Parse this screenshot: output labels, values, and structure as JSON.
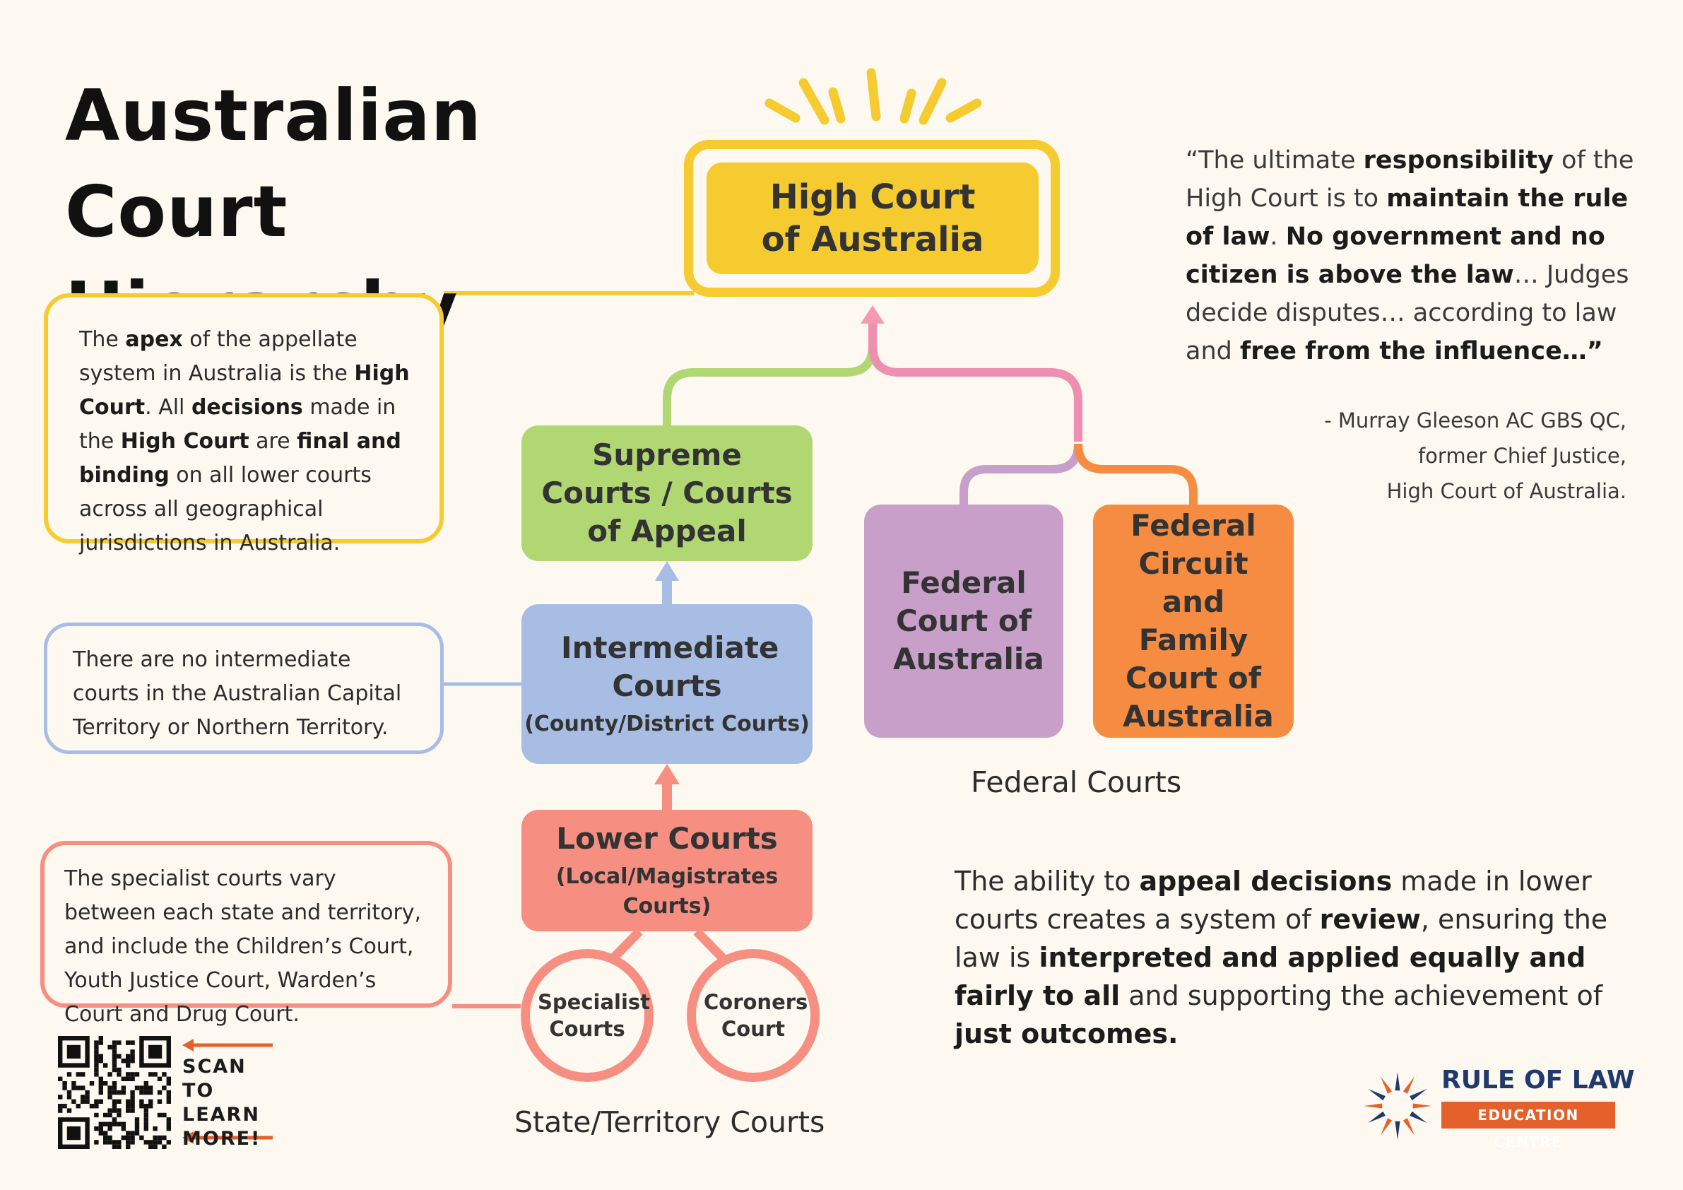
{
  "title": {
    "line1": "Australian Court",
    "line2": "Hierarchy"
  },
  "courts": {
    "high_court": "High Court of Australia",
    "supreme": "Supreme Courts / Courts of Appeal",
    "intermediate": {
      "name": "Intermediate Courts",
      "sub": "(County/District Courts)"
    },
    "lower": {
      "name": "Lower Courts",
      "sub": "(Local/Magistrates Courts)"
    },
    "federal_court": "Federal Court of Australia",
    "federal_circuit": "Federal Circuit and Family Court of Australia",
    "specialist": "Specialist Courts",
    "coroners": "Coroners Court"
  },
  "groups": {
    "federal": "Federal Courts",
    "state": "State/Territory Courts"
  },
  "notes": {
    "apex": [
      {
        "t": "The "
      },
      {
        "t": "apex",
        "b": true
      },
      {
        "t": " of the appellate system in Australia is the "
      },
      {
        "t": "High Court",
        "b": true
      },
      {
        "t": ". All "
      },
      {
        "t": "decisions",
        "b": true
      },
      {
        "t": " made in the "
      },
      {
        "t": "High Court",
        "b": true
      },
      {
        "t": " are "
      },
      {
        "t": "final and binding",
        "b": true
      },
      {
        "t": " on all lower courts across all geographical jurisdictions in Australia."
      }
    ],
    "intermediate": "There are no intermediate courts in the Australian Capital Territory or Northern Territory.",
    "specialist": "The specialist courts vary between each state and territory, and include the Children’s Court, Youth Justice Court, Warden’s Court and Drug Court."
  },
  "quote": [
    {
      "t": "“The ultimate "
    },
    {
      "t": "responsibility",
      "b": true
    },
    {
      "t": " of the High Court is to "
    },
    {
      "t": "maintain the rule of law",
      "b": true
    },
    {
      "t": ". "
    },
    {
      "t": "No government and no citizen is above the law",
      "b": true
    },
    {
      "t": "… Judges decide disputes… according to law and "
    },
    {
      "t": "free from the influence…”",
      "b": true
    }
  ],
  "attribution": {
    "line1": "- Murray Gleeson AC GBS QC,",
    "line2": "former Chief Justice,",
    "line3": "High Court of Australia."
  },
  "appeal": [
    {
      "t": "The ability to "
    },
    {
      "t": "appeal decisions",
      "b": true
    },
    {
      "t": " made in lower courts creates a system of "
    },
    {
      "t": "review",
      "b": true
    },
    {
      "t": ", ensuring the law is "
    },
    {
      "t": "interpreted and applied equally and fairly to all",
      "b": true
    },
    {
      "t": " and supporting the achievement of "
    },
    {
      "t": "just outcomes.",
      "b": true
    }
  ],
  "qr": {
    "line1": "SCAN TO",
    "line2": "LEARN",
    "line3": "MORE!"
  },
  "logo": {
    "title": "RULE OF LAW",
    "subtitle": "EDUCATION CENTRE"
  },
  "colors": {
    "high_court": "#f5cb30",
    "supreme": "#b1d773",
    "intermediate": "#a7bde3",
    "lower": "#f68f82",
    "federal_court": "#c79fc9",
    "federal_circuit": "#f58c42",
    "pink_connector": "#ee8fb2",
    "background": "#fdf8f0",
    "logo_navy": "#1f3a6b",
    "logo_orange": "#e5612b"
  }
}
